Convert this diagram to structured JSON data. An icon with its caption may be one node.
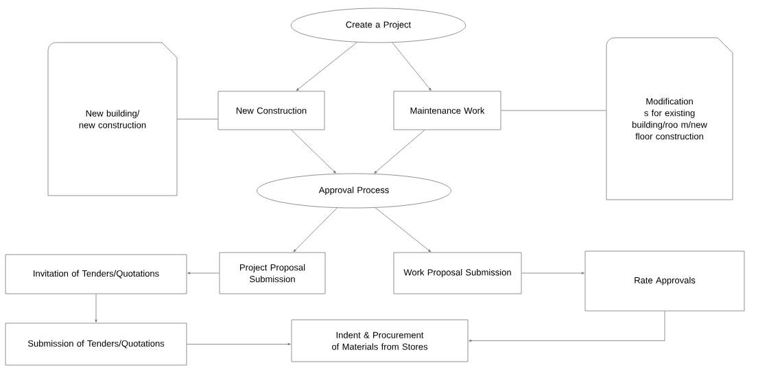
{
  "diagram": {
    "nodes": [
      {
        "text": [
          "Create a Project"
        ]
      },
      {
        "text": [
          "New building/ new construction"
        ]
      },
      {
        "text": [
          "New Construction"
        ]
      },
      {
        "text": [
          "Maintenance Work"
        ]
      },
      {
        "text": [
          "Modification s for existing building/roo m/new floor construction"
        ]
      },
      {
        "text": [
          "Approval Process"
        ]
      },
      {
        "text": [
          "Invitation of Tenders/Quotations"
        ]
      },
      {
        "text": [
          "Project Proposal Submission"
        ]
      },
      {
        "text": [
          "Work Proposal Submission"
        ]
      },
      {
        "text": [
          "Rate Approvals"
        ]
      },
      {
        "text": [
          "Submission of Tenders/Quotations"
        ]
      },
      {
        "text": [
          "Indent & Procurement of Materials from Stores"
        ]
      }
    ],
    "edges": [
      {
        "from": 0,
        "to": 2,
        "arrow": "to"
      },
      {
        "from": 0,
        "to": 3,
        "arrow": "to"
      },
      {
        "from": 1,
        "to": 2,
        "arrow": "none"
      },
      {
        "from": 3,
        "to": 4,
        "arrow": "none"
      },
      {
        "from": 2,
        "to": 5,
        "arrow": "to"
      },
      {
        "from": 3,
        "to": 5,
        "arrow": "to"
      },
      {
        "from": 5,
        "to": 7,
        "arrow": "to"
      },
      {
        "from": 5,
        "to": 8,
        "arrow": "to"
      },
      {
        "from": 7,
        "to": 6,
        "arrow": "to"
      },
      {
        "from": 8,
        "to": 9,
        "arrow": "to"
      },
      {
        "from": 6,
        "to": 10,
        "arrow": "to"
      },
      {
        "from": 10,
        "to": 11,
        "arrow": "to"
      },
      {
        "from": 9,
        "to": 11,
        "arrow": "to"
      }
    ]
  }
}
